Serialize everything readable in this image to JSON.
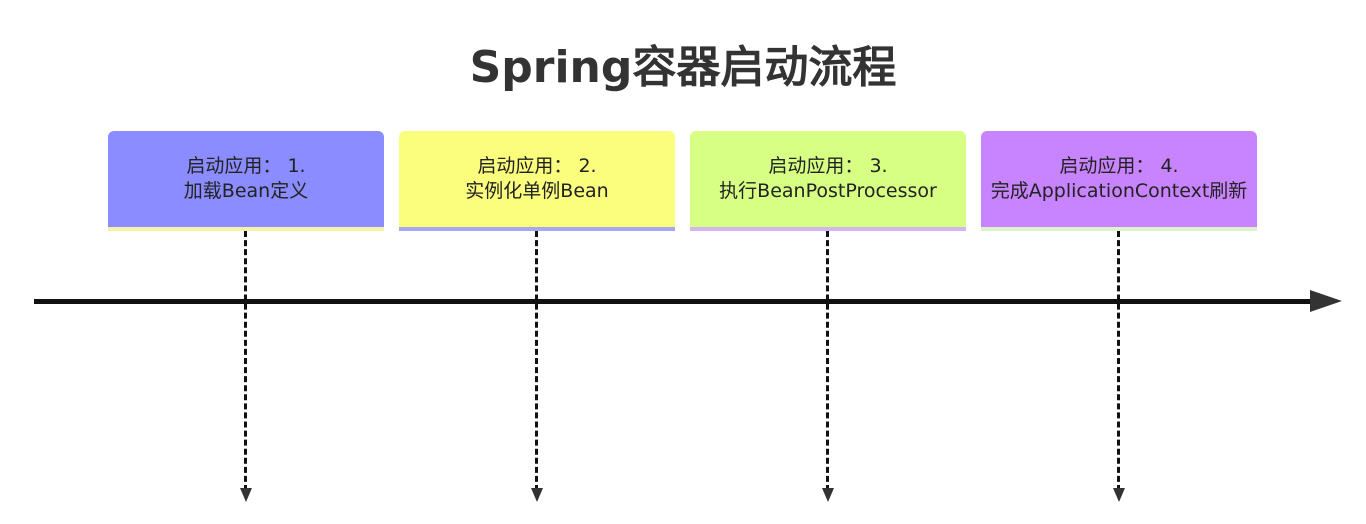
{
  "title": "Spring容器启动流程",
  "phases": [
    {
      "line1": "启动应用： 1.",
      "line2": "加载Bean定义",
      "color": "#8a8cff",
      "underline_color": "#f4f4a8"
    },
    {
      "line1": "启动应用： 2.",
      "line2": "实例化单例Bean",
      "color": "#fbfd7d",
      "underline_color": "#a8a8f0"
    },
    {
      "line1": "启动应用： 3.",
      "line2": "执行BeanPostProcessor",
      "color": "#d7ff84",
      "underline_color": "#d2b6f2"
    },
    {
      "line1": "启动应用： 4.",
      "line2": "完成ApplicationContext刷新",
      "color": "#c884ff",
      "underline_color": "#dcf5c8"
    }
  ]
}
